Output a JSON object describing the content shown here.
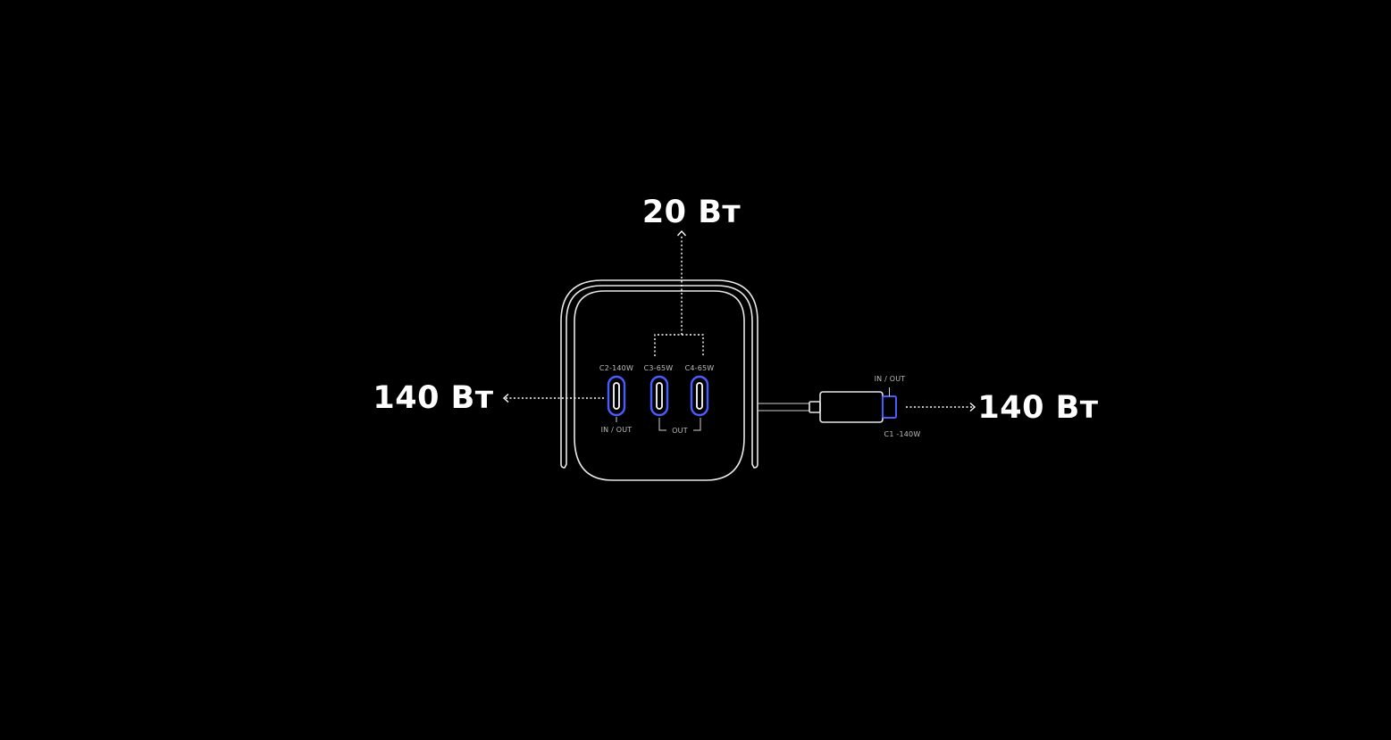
{
  "labels": {
    "top_power": "20 Вт",
    "left_power": "140 Вт",
    "right_power": "140 Вт"
  },
  "ports": {
    "c2": {
      "name": "C2-140W",
      "role": "IN / OUT"
    },
    "c3": {
      "name": "C3-65W"
    },
    "c4": {
      "name": "C4-65W"
    },
    "out_group": "OUT",
    "c1": {
      "name": "C1 -140W",
      "role": "IN / OUT"
    }
  },
  "colors": {
    "background": "#000000",
    "outline": "#e8e8e8",
    "port_accent": "#4a5cff",
    "text": "#ffffff"
  }
}
